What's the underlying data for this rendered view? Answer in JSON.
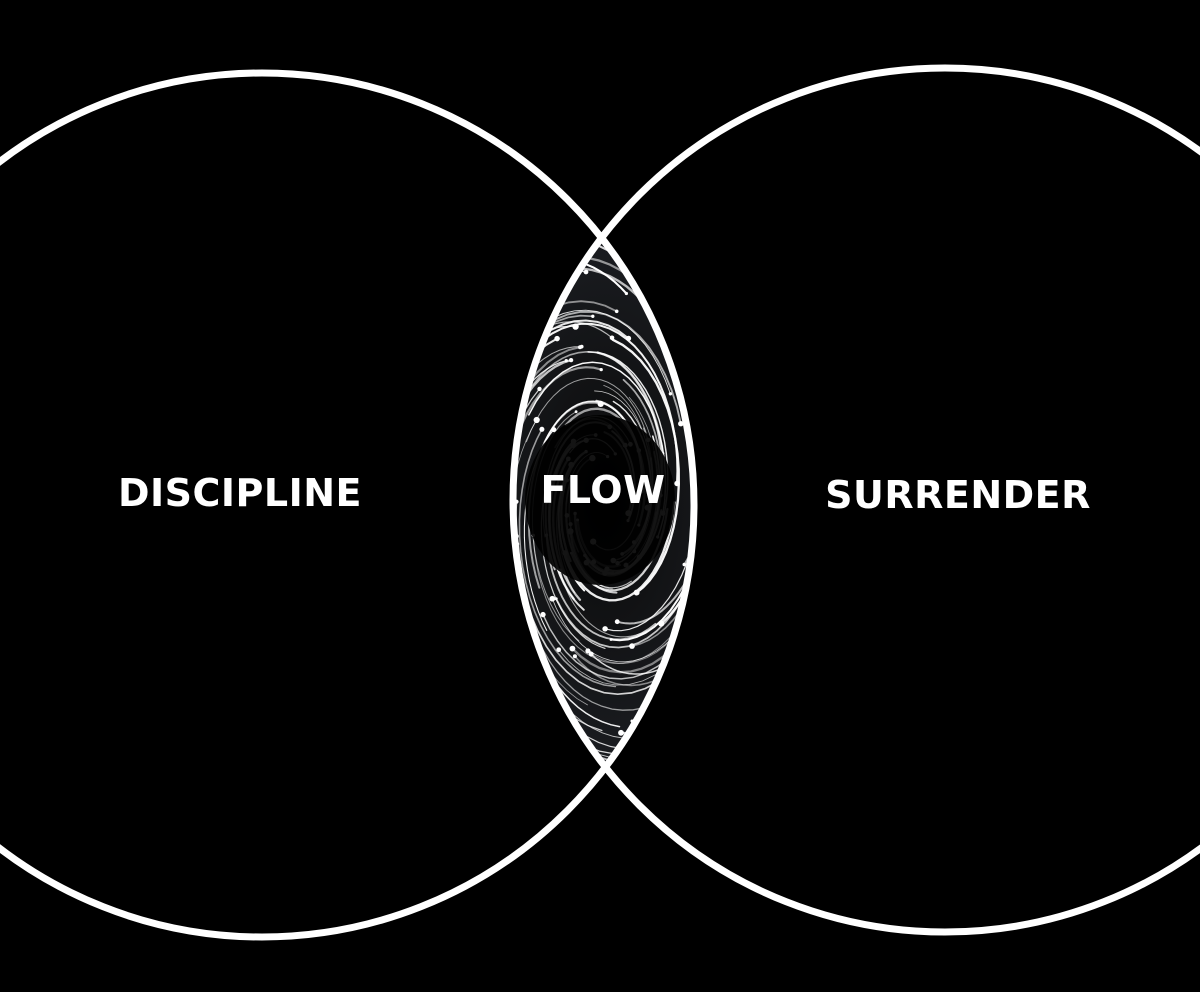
{
  "diagram": {
    "type": "venn",
    "background_color": "#000000",
    "stroke_color": "#ffffff",
    "sets": [
      {
        "id": "left",
        "label": "DISCIPLINE"
      },
      {
        "id": "right",
        "label": "SURRENDER"
      }
    ],
    "intersection": {
      "label": "FLOW",
      "fill": "swirl-texture"
    }
  }
}
